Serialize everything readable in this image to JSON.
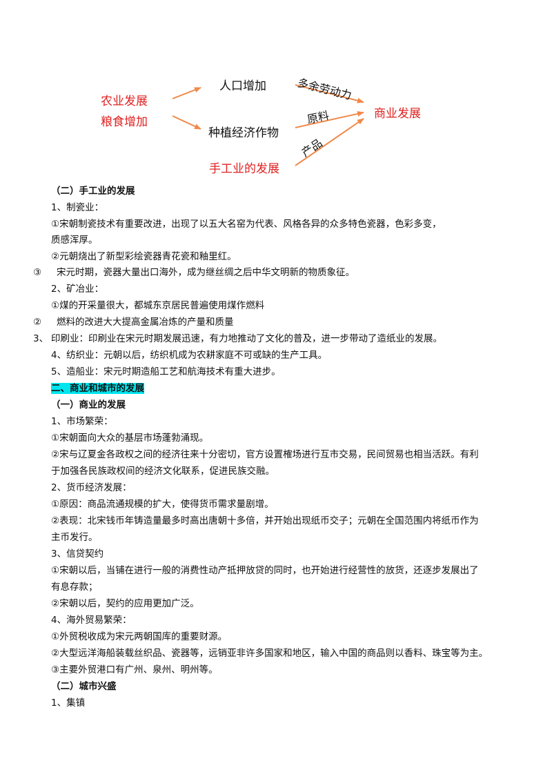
{
  "diagram": {
    "left_top": "农业发展",
    "left_bottom": "粮食增加",
    "mid_top": "人口增加",
    "mid_middle": "种植经济作物",
    "mid_bottom": "手工业的发展",
    "right": "商业发展",
    "label_labor": "多余劳动力",
    "label_material": "原料",
    "label_product": "产品",
    "colors": {
      "accent_red": "#e02020",
      "arrow": "#f08a4b"
    }
  },
  "lines": [
    "（二）手工业的发展",
    "1、制瓷业：",
    "①宋朝制瓷技术有重要改进，出现了以五大名窑为代表、风格各异的众多特色瓷器，色彩多变，",
    "质感浑厚。",
    "②元朝烧出了新型彩绘瓷器青花瓷和釉里红。",
    "③",
    "宋元时期，瓷器大量出口海外，成为继丝绸之后中华文明新的物质象征。",
    "2、矿冶业：",
    "①煤的开采量很大，都城东京居民普遍使用煤作燃料",
    "②",
    "燃料的改进大大提高金属冶炼的产量和质量",
    "3、",
    "印刷业：印刷业在宋元时期发展迅速，有力地推动了文化的普及，进一步带动了造纸业的发展。",
    "4、纺织业：元朝以后，纺织机成为农耕家庭不可或缺的生产工具。",
    "5、造船业：宋元时期造船工艺和航海技术有重大进步。",
    "二、商业和城市的发展",
    "（一）商业的发展",
    "1、市场繁荣：",
    "①宋朝面向大众的基层市场蓬勃涌现。",
    "②宋与辽夏金各政权之间的经济往来十分密切，官方设置榷场进行互市交易，民间贸易也相当活跃。有利",
    "于加强各民族政权间的经济文化联系，促进民族交融。",
    "2、货币经济发展：",
    "①原因：商品流通规模的扩大，使得货币需求量剧增。",
    "②表现：北宋钱币年铸造量最多时高出唐朝十多倍，并开始出现纸币交子；元朝在全国范围内将纸币作为",
    "主币发行。",
    "3、信贷契约",
    "①宋朝以后，当铺在进行一般的消费性动产抵押放贷的同时，也开始进行经营性的放货，还逐步发展出了",
    "有息存款；",
    "②宋朝以后，契约的应用更加广泛。",
    "4、海外贸易繁荣：",
    "①外贸税收成为宋元两朝国库的重要财源。",
    "②大型远洋海船装载丝织品、瓷器等，远销亚非许多国家和地区，输入中国的商品则以香料、珠宝等为主。",
    "③主要外贸港口有广州、泉州、明州等。",
    "（二）城市兴盛",
    "1、集镇"
  ]
}
